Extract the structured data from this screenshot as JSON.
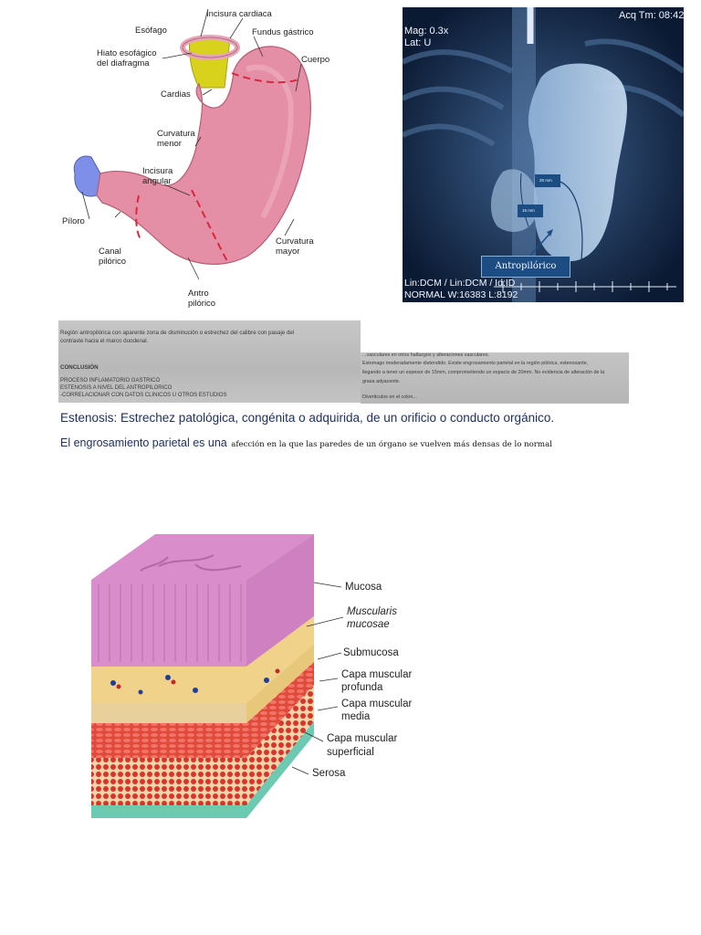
{
  "stomach_diagram": {
    "labels": {
      "incisura_cardiaca": "Incisura cardiaca",
      "esofago": "Esófago",
      "fundus": "Fundus gástrico",
      "hiato_1": "Hiato esofágico",
      "hiato_2": "del diafragma",
      "cuerpo": "Cuerpo",
      "cardias": "Cardias",
      "curvatura_menor_1": "Curvatura",
      "curvatura_menor_2": "menor",
      "incisura_angular_1": "Incisura",
      "incisura_angular_2": "angular",
      "piloro": "Píloro",
      "canal_1": "Canal",
      "canal_2": "pilórico",
      "curvatura_mayor_1": "Curvatura",
      "curvatura_mayor_2": "mayor",
      "antro_1": "Antro",
      "antro_2": "pilórico"
    }
  },
  "xray": {
    "acq": "Acq Tm: 08:42:",
    "mag": "Mag: 0.3x",
    "lat": "Lat: U",
    "lin": "Lin:DCM / Lin:DCM / Id:ID",
    "normal": "NORMAL W:16383 L:8192",
    "label": "Antropilórico",
    "m1": "20 mm",
    "m2": "15 mm"
  },
  "report_left": {
    "line1": "Región antropilórica con aparente zona de disminución o estrechez del calibre con pasaje del",
    "line2": "contraste hacia el marco duodenal.",
    "heading": "CONCLUSIÓN",
    "c1": "PROCESO INFLAMATORIO GASTRICO",
    "c2": "ESTENOSIS A NIVEL DEL ANTROPILORICO",
    "c3": "-CORRELACIONAR CON DATOS CLINICOS U OTROS ESTUDIOS"
  },
  "report_right": {
    "line0": "...vasculares en otros hallazgos y alteraciones vasculares.",
    "line1": "Estomago moderadamente distendido. Existe engrosamiento parietal en la región pilórica, estenosante,",
    "line2": "llegando a tener un espesor de 15mm, comprometiendo un espacio de 20mm. No evidencia de alteración de la",
    "line3": "grasa adyacente.",
    "line4": "Diverticulos en el colon..."
  },
  "definitions": {
    "estenosis": "Estenosis: Estrechez patológica, congénita o adquirida, de un orificio o conducto orgánico.",
    "engrosamiento_a": "El engrosamiento parietal es una",
    "engrosamiento_b": "afección en la que las paredes de un órgano se vuelven más densas de lo normal"
  },
  "layers_diagram": {
    "labels": {
      "mucosa": "Mucosa",
      "muscularis_1": "Muscularis",
      "muscularis_2": "mucosae",
      "submucosa": "Submucosa",
      "profunda_1": "Capa muscular",
      "profunda_2": "profunda",
      "media_1": "Capa muscular",
      "media_2": "media",
      "superficial_1": "Capa muscular",
      "superficial_2": "superficial",
      "serosa": "Serosa"
    }
  }
}
